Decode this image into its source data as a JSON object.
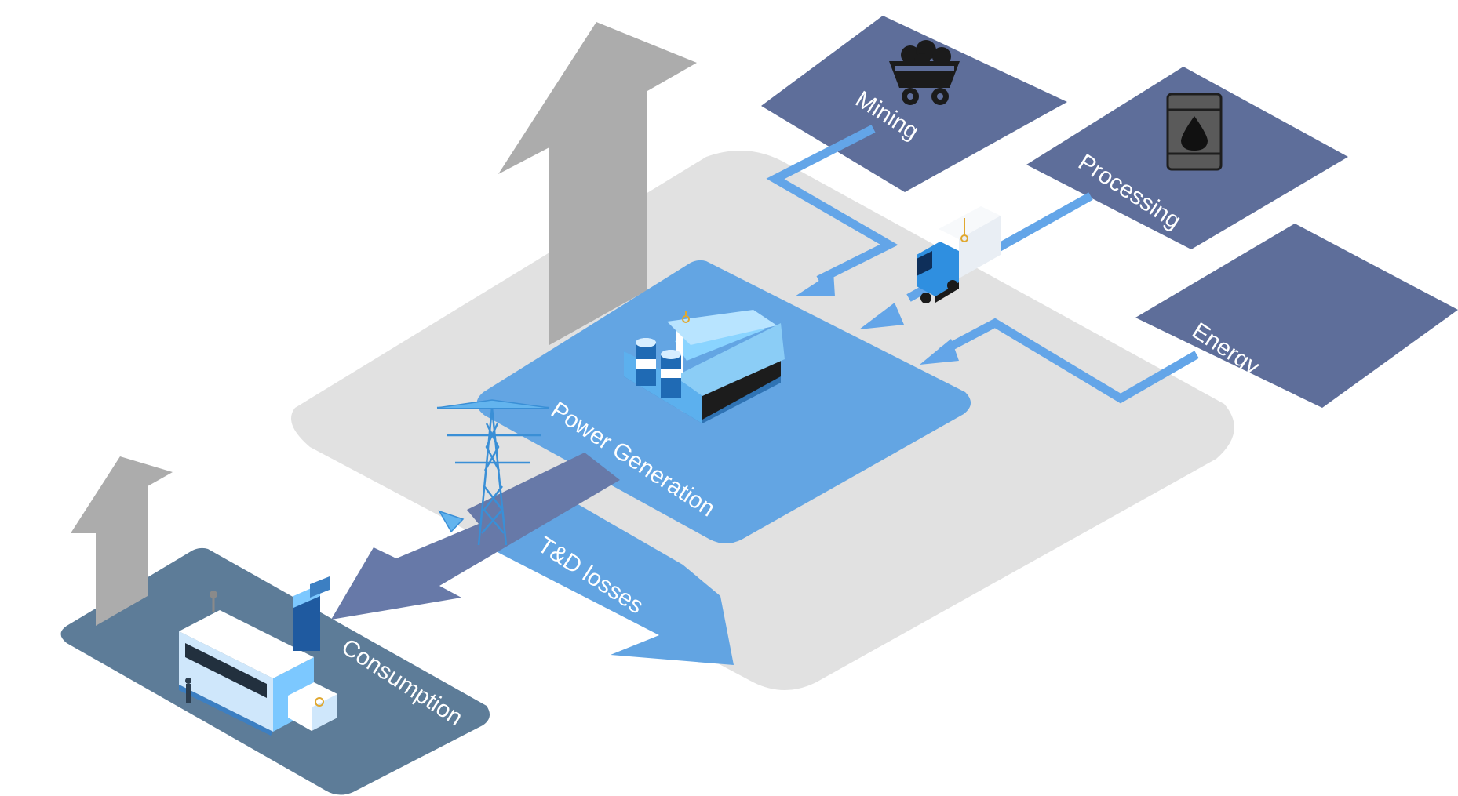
{
  "labels": {
    "mining": "Mining",
    "processing": "Processing",
    "energy": "Energy",
    "power_generation": "Power Generation",
    "td_losses": "T&D losses",
    "consumption": "Consumption"
  },
  "icons": {
    "mining": "coal-mine-cart-icon",
    "processing": "oil-barrel-icon",
    "transport": "delivery-truck-icon",
    "power_generation": "power-plant-icon",
    "transmission": "transmission-tower-icon",
    "consumption": "factory-building-icon"
  },
  "colors": {
    "source_tile": "#5e6e9a",
    "flow_arrow": "#63a5e8",
    "power_tile": "#63a5e3",
    "background_plate": "#e1e1e1",
    "emission_arrow": "#a9a9a9",
    "distribution_arrow": "#6779a8",
    "consumption_tile": "#5d7c98"
  }
}
